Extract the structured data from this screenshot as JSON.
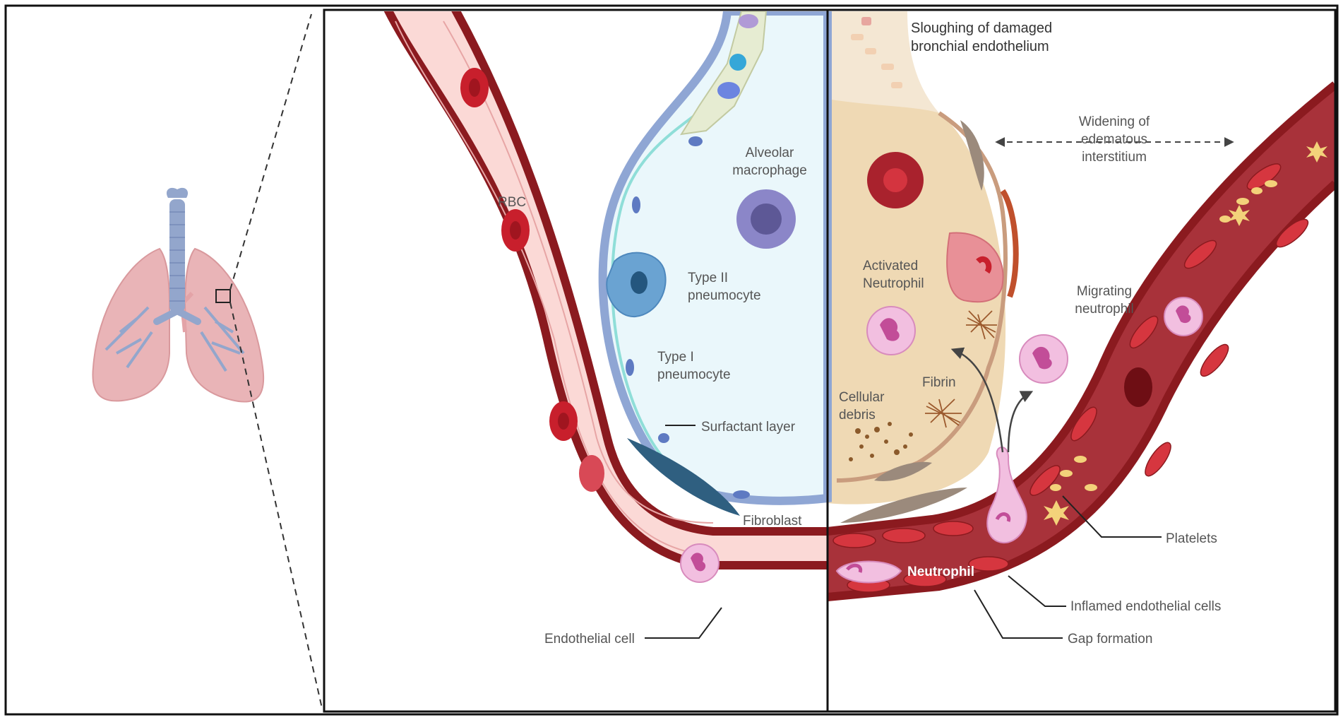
{
  "labels": {
    "sloughing_line1": "Sloughing of damaged",
    "sloughing_line2": "bronchial endothelium",
    "widening_line1": "Widening of",
    "widening_line2": "edematous",
    "widening_line3": "interstitium",
    "alveolar_line1": "Alveolar",
    "alveolar_line2": "macrophage",
    "rbc": "RBC",
    "type2_line1": "Type II",
    "type2_line2": "pneumocyte",
    "type1_line1": "Type I",
    "type1_line2": "pneumocyte",
    "surfactant": "Surfactant layer",
    "fibroblast": "Fibroblast",
    "activated_line1": "Activated",
    "activated_line2": "Neutrophil",
    "migrating_line1": "Migrating",
    "migrating_line2": "neutrophil",
    "cellular_line1": "Cellular",
    "cellular_line2": "debris",
    "fibrin": "Fibrin",
    "platelets": "Platelets",
    "neutrophil": "Neutrophil",
    "inflamed": "Inflamed endothelial cells",
    "gap": "Gap formation",
    "endothelial": "Endothelial cell"
  },
  "colors": {
    "vessel_wall": "#8b1a1f",
    "vessel_lumen_healthy": "#fbd9d6",
    "vessel_lumen_inflamed": "#a8323a",
    "alveolus_fill": "#eaf7fb",
    "alveolus_wall": "#8fa6d4",
    "edema_fill": "#efd9b4",
    "rbc": "#c81f2c",
    "neutrophil": "#f2bfe0",
    "macrophage": "#8b86c8",
    "type2": "#6aa3d2",
    "fibroblast": "#2f5f80"
  },
  "icons": [
    "lungs-icon",
    "trachea-icon",
    "rbc-icon",
    "neutrophil-icon",
    "macrophage-icon",
    "platelet-icon",
    "fibrin-icon",
    "fibroblast-icon"
  ]
}
